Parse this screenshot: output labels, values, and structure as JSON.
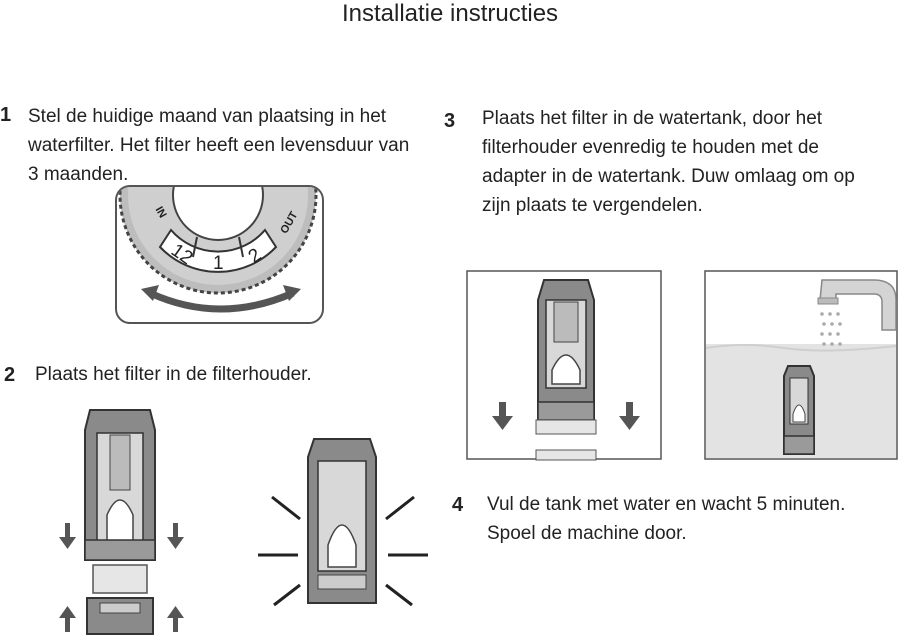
{
  "title": "Installatie instructies",
  "steps": [
    {
      "number": "1",
      "text": "Stel de huidige maand van plaatsing in het waterfilter. Het filter heeft een levensduur van 3 maanden."
    },
    {
      "number": "2",
      "text": "Plaats het filter in de filterhouder."
    },
    {
      "number": "3",
      "text": "Plaats het filter in de watertank, door het filterhouder evenredig te houden met de adapter in de watertank. Duw omlaag om op zijn plaats te vergendelen."
    },
    {
      "number": "4",
      "text": "Vul de tank met water en wacht 5 minuten. Spoel de machine door."
    }
  ],
  "dial": {
    "in_label": "IN",
    "out_label": "OUT",
    "months": [
      "12",
      "1",
      "2"
    ]
  }
}
